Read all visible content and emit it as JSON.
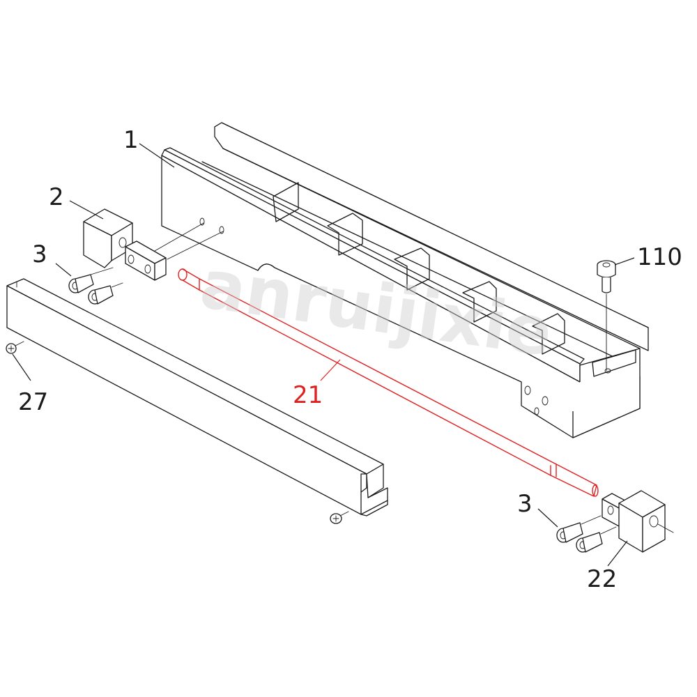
{
  "watermark": "anruijixie",
  "callouts": [
    {
      "id": "1",
      "text": "1",
      "highlight": false
    },
    {
      "id": "2",
      "text": "2",
      "highlight": false
    },
    {
      "id": "3a",
      "text": "3",
      "highlight": false
    },
    {
      "id": "110",
      "text": "110",
      "highlight": false
    },
    {
      "id": "27",
      "text": "27",
      "highlight": false
    },
    {
      "id": "21",
      "text": "21",
      "highlight": true
    },
    {
      "id": "3b",
      "text": "3",
      "highlight": false
    },
    {
      "id": "22",
      "text": "22",
      "highlight": false
    }
  ],
  "colors": {
    "line": "#1a1a1a",
    "highlight": "#e01f1f",
    "watermark": "#cfcfcf",
    "background": "#ffffff"
  }
}
